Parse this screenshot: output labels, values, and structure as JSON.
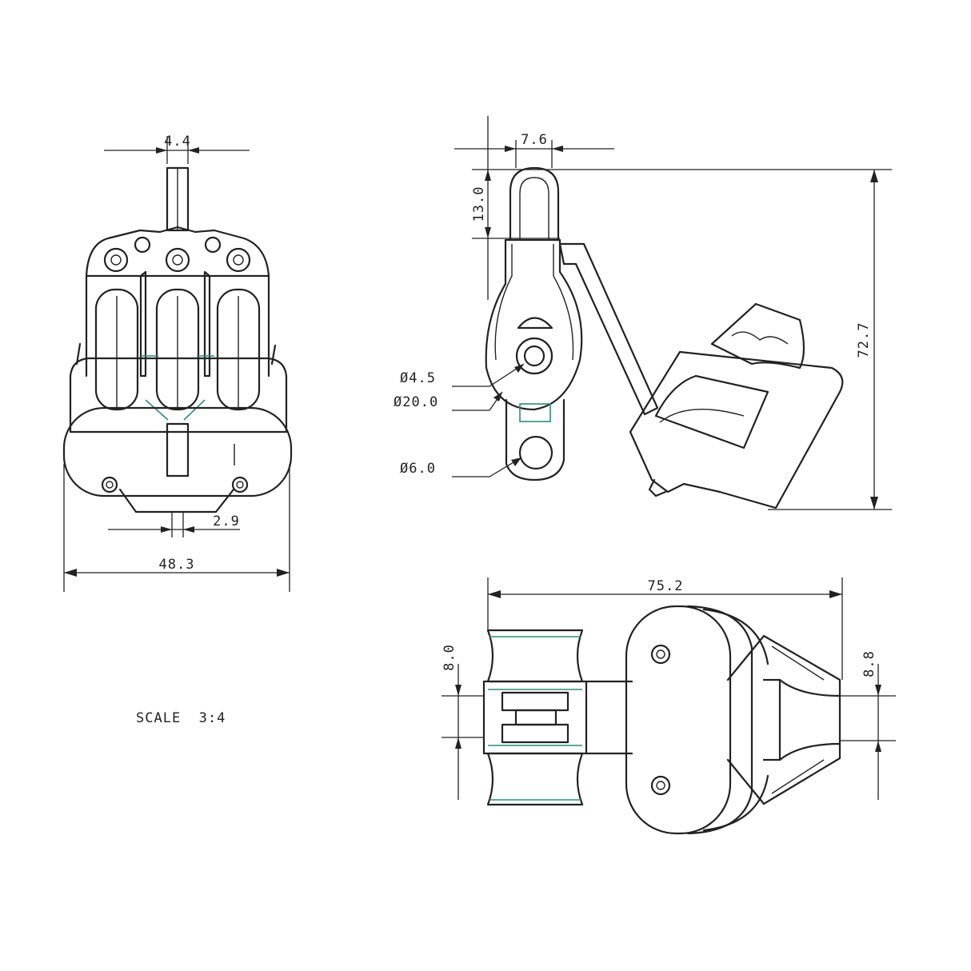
{
  "dimensions": {
    "top_width": "4.4",
    "bottom_small": "2.9",
    "front_width": "48.3",
    "side_top": "7.6",
    "side_height_small": "13.0",
    "side_total_height": "72.7",
    "hole_small": "Ø4.5",
    "sheave_dia": "Ø20.0",
    "hole_bottom": "Ø6.0",
    "plan_length": "75.2",
    "plan_left": "8.0",
    "plan_right": "8.8"
  },
  "scale_text": "SCALE  3:4",
  "colors": {
    "line": "#222222",
    "accent": "#2e8b78"
  }
}
